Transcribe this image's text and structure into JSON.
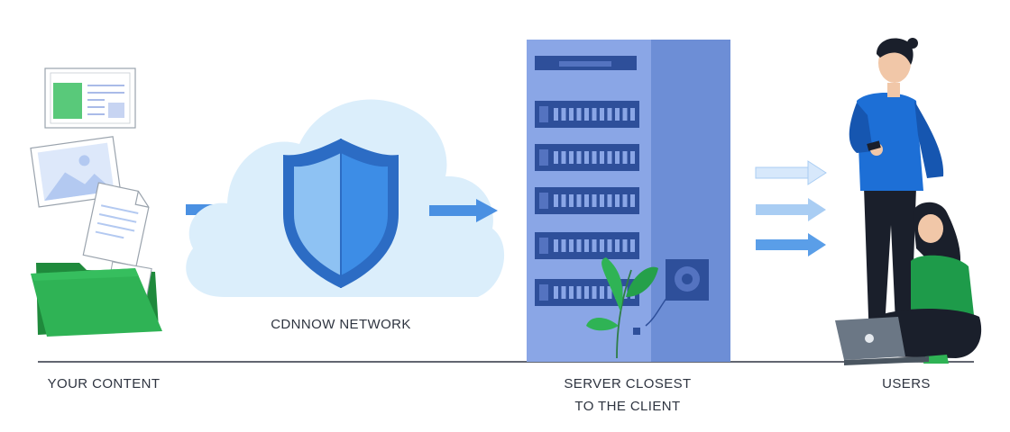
{
  "labels": {
    "content": "YOUR CONTENT",
    "network": "CDNNOW NETWORK",
    "server_line1": "SERVER CLOSEST",
    "server_line2": "TO THE CLIENT",
    "users": "USERS"
  },
  "icons": {
    "content": [
      "document-icon",
      "image-icon",
      "file-icon",
      "folder-icon"
    ],
    "network": [
      "cloud-icon",
      "shield-icon"
    ],
    "server": [
      "server-rack-icon",
      "plant-icon",
      "hard-drive-icon"
    ],
    "users": [
      "standing-man-icon",
      "sitting-woman-icon",
      "laptop-icon"
    ],
    "arrows": [
      "arrow-right-icon"
    ]
  },
  "colors": {
    "cloud": "#dbeefb",
    "shield_light": "#8ec2f3",
    "shield_dark": "#2c6cc4",
    "arrow": "#4a90e2",
    "server": "#8aa6e6",
    "server_side": "#6d8ed6",
    "folder": "#27a84a",
    "shirt_man": "#1d6fd6",
    "shirt_woman": "#1e9b4a",
    "baseline": "#2e3440"
  }
}
